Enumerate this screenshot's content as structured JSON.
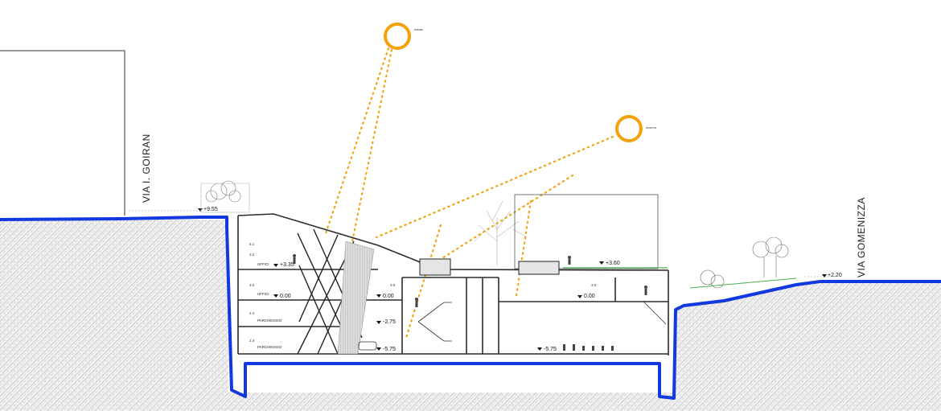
{
  "streets": {
    "left": "VIA I. GOIRAN",
    "right": "VIA GOMENIZZA"
  },
  "sun_labels": {
    "high": "estate",
    "low": "inverno"
  },
  "levels": {
    "top_left": "+9.55",
    "uffici_upper": "+3.35",
    "roof_right": "+3.60",
    "uffici_lower": "0.00",
    "center_floor": "0.00",
    "right_floor": "0.00",
    "parking_upper": "-2.75",
    "parking_lower": "-5.75",
    "basement_right": "-5.75",
    "street_right": "+2.20"
  },
  "rooms": {
    "uffici_1": "UFFICI",
    "uffici_2": "UFFICI",
    "parcheggio_1": "PARCHEGGIO",
    "parcheggio_2": "PARCHEGGIO"
  },
  "heights": {
    "h1": "5.1",
    "h2": "3.2",
    "h3": "3.0",
    "h4": "2.4",
    "h5": "2.4",
    "h6": "3.0",
    "h7": "3.0"
  },
  "colors": {
    "ground_line": "#1238e0",
    "sun": "#f5a10a",
    "sun_rays": "#f0a515",
    "structure": "#2a2a2a",
    "hatch": "#c9c9c9"
  }
}
